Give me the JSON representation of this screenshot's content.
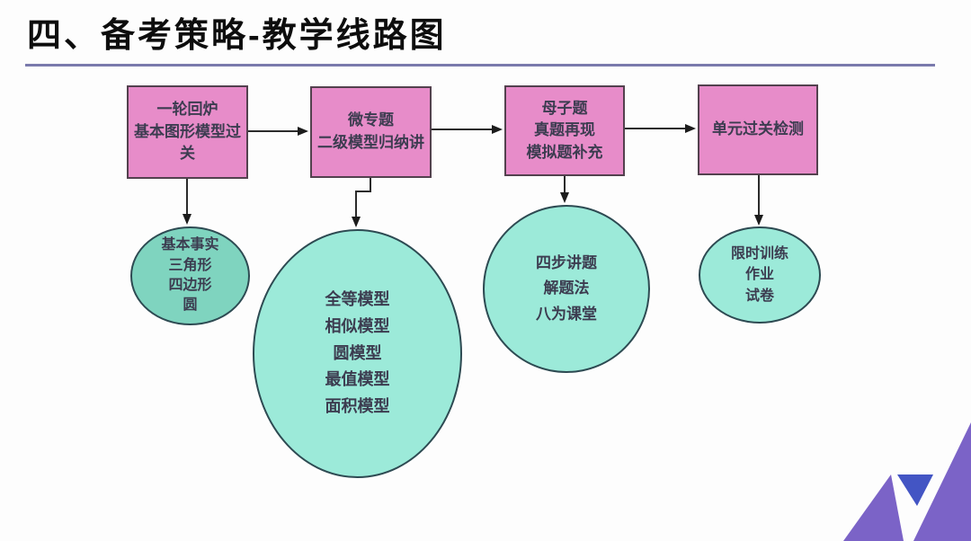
{
  "title": "四、备考策略-教学线路图",
  "colors": {
    "title_text": "#0d0d0d",
    "title_rule": "#7a7aac",
    "box_fill": "#e78cc9",
    "box_border": "#53414e",
    "ellipse_fill_dark": "#7fd4bf",
    "ellipse_fill_light": "#9cead9",
    "ellipse_border": "#2d4a52",
    "connector": "#222222",
    "logo_purple": "#7b63c7",
    "logo_blue": "#4355c4"
  },
  "flow": {
    "boxes": [
      {
        "lines": [
          "一轮回炉",
          "基本图形模型过",
          "关"
        ]
      },
      {
        "lines": [
          "微专题",
          "二级模型归纳讲"
        ]
      },
      {
        "lines": [
          "母子题",
          "真题再现",
          "模拟题补充"
        ]
      },
      {
        "lines": [
          "单元过关检测"
        ]
      }
    ],
    "ellipses": [
      {
        "lines": [
          "基本事实",
          "三角形",
          "四边形",
          "圆"
        ]
      },
      {
        "lines": [
          "全等模型",
          "相似模型",
          "圆模型",
          "最值模型",
          "面积模型"
        ]
      },
      {
        "lines": [
          "四步讲题",
          "解题法",
          "八为课堂"
        ]
      },
      {
        "lines": [
          "限时训练",
          "作业",
          "试卷"
        ]
      }
    ]
  }
}
